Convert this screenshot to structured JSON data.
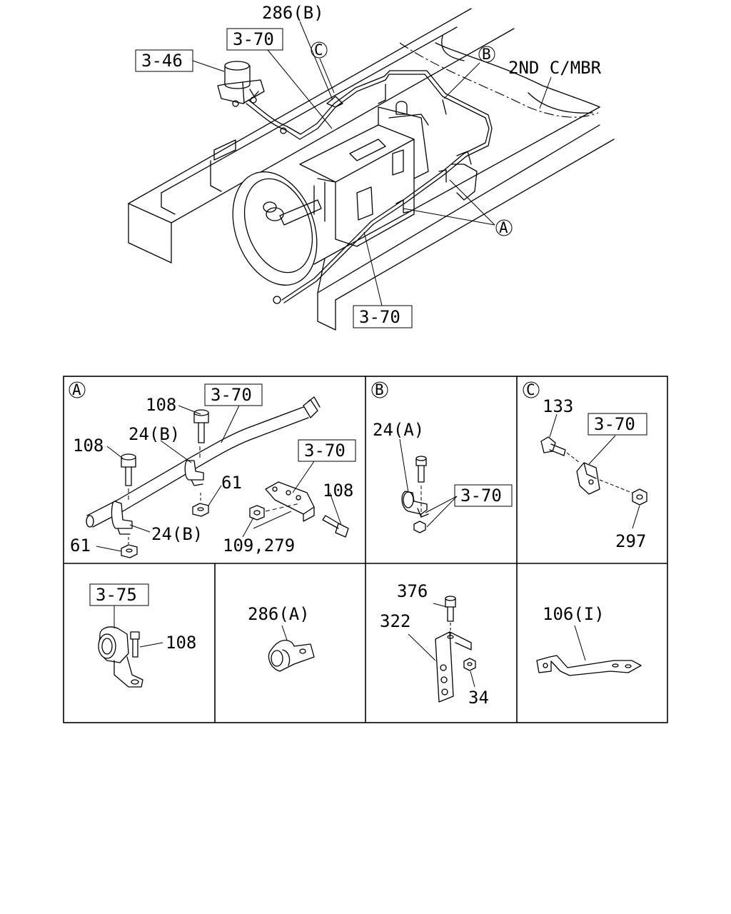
{
  "overview": {
    "label_286b": "286(B)",
    "ref_3_70_top": "3-70",
    "ref_3_46": "3-46",
    "ref_3_70_bottom": "3-70",
    "callout_a": "A",
    "callout_b": "B",
    "callout_c": "C",
    "label_2nd_cmbr": "2ND C/MBR"
  },
  "detail_a": {
    "panel_letter": "A",
    "ref_3_70_hose": "3-70",
    "ref_3_70_bracket": "3-70",
    "bolt_108_top": "108",
    "bolt_108_left": "108",
    "bolt_108_right": "108",
    "clip_24b_top": "24(B)",
    "clip_24b_bottom": "24(B)",
    "nut_61_right": "61",
    "nut_61_left": "61",
    "part_109_279": "109,279"
  },
  "detail_b": {
    "panel_letter": "B",
    "clip_24a": "24(A)",
    "ref_3_70": "3-70"
  },
  "detail_c": {
    "panel_letter": "C",
    "bolt_133": "133",
    "ref_3_70": "3-70",
    "nut_297": "297"
  },
  "detail_d": {
    "ref_3_75": "3-75",
    "bolt_108": "108"
  },
  "detail_e": {
    "clamp_286a": "286(A)"
  },
  "detail_f": {
    "bolt_376": "376",
    "bracket_322": "322",
    "nut_34": "34"
  },
  "detail_g": {
    "bracket_106i": "106(I)"
  }
}
